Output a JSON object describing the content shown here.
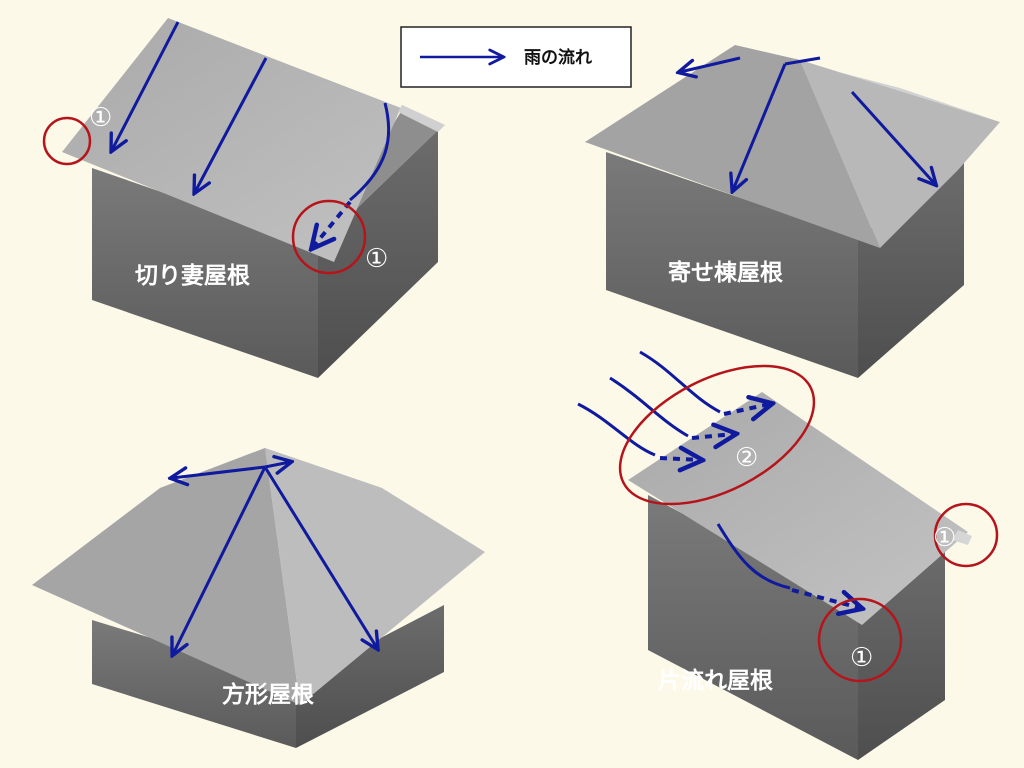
{
  "legend": {
    "label": "雨の流れ"
  },
  "houses": {
    "gable": {
      "label": "切り妻屋根",
      "marker_top": "①",
      "marker_bottom": "①"
    },
    "hip": {
      "label": "寄せ棟屋根"
    },
    "pyramid": {
      "label": "方形屋根"
    },
    "shed": {
      "label": "片流れ屋根",
      "marker_top": "②",
      "marker_right": "①",
      "marker_bottom": "①"
    }
  },
  "colors": {
    "arrow": "#0f1a9e",
    "circle": "#b5141b",
    "background": "#fdf9e9",
    "roof_light": "#b9b9b9",
    "roof_mid": "#a4a4a4",
    "wall_front": "#707070",
    "wall_side": "#5e5e5e"
  }
}
